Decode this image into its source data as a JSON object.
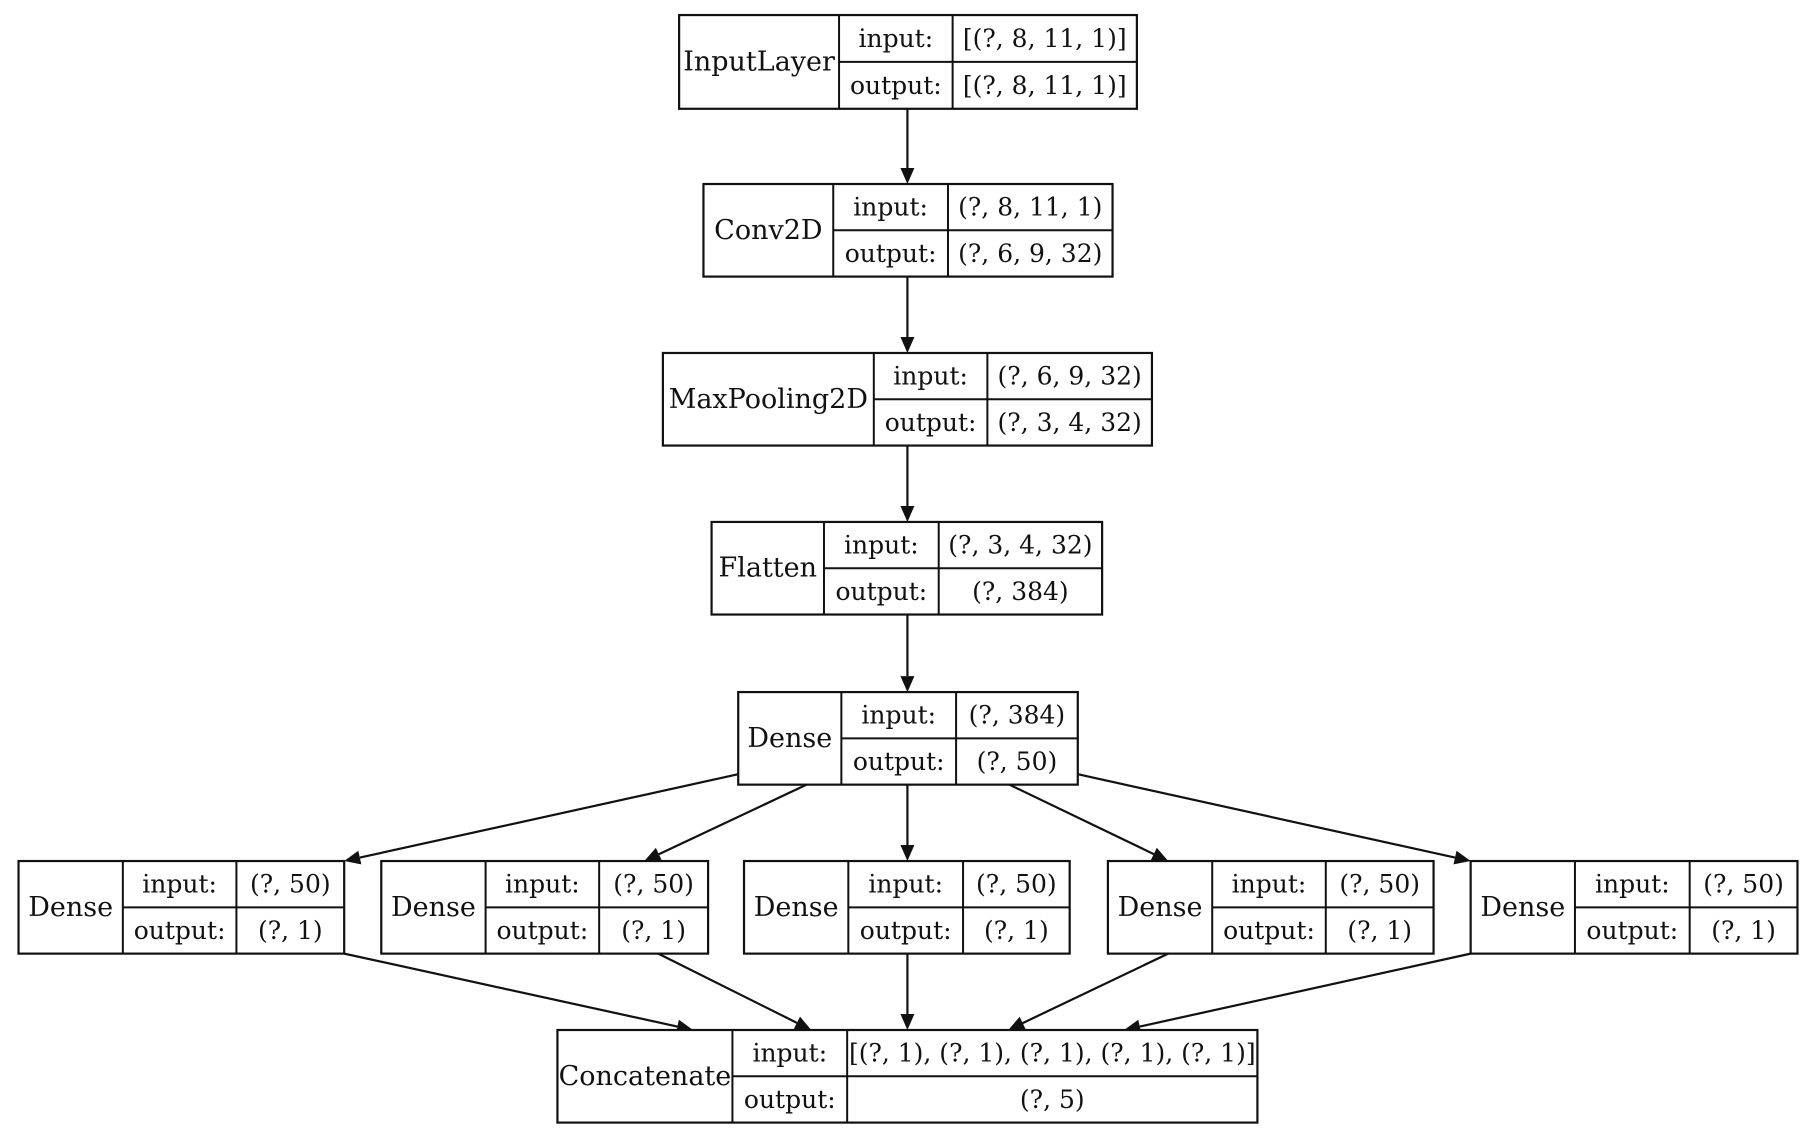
{
  "port_labels": {
    "input": "input:",
    "output": "output:"
  },
  "layers": [
    {
      "name": "InputLayer",
      "input": "[(?, 8, 11, 1)]",
      "output": "[(?, 8, 11, 1)]"
    },
    {
      "name": "Conv2D",
      "input": "(?, 8, 11, 1)",
      "output": "(?, 6, 9, 32)"
    },
    {
      "name": "MaxPooling2D",
      "input": "(?, 6, 9, 32)",
      "output": "(?, 3, 4, 32)"
    },
    {
      "name": "Flatten",
      "input": "(?, 3, 4, 32)",
      "output": "(?, 384)"
    },
    {
      "name": "Dense",
      "input": "(?, 384)",
      "output": "(?, 50)"
    },
    {
      "name": "Dense",
      "input": "(?, 50)",
      "output": "(?, 1)"
    },
    {
      "name": "Dense",
      "input": "(?, 50)",
      "output": "(?, 1)"
    },
    {
      "name": "Dense",
      "input": "(?, 50)",
      "output": "(?, 1)"
    },
    {
      "name": "Dense",
      "input": "(?, 50)",
      "output": "(?, 1)"
    },
    {
      "name": "Dense",
      "input": "(?, 50)",
      "output": "(?, 1)"
    },
    {
      "name": "Concatenate",
      "input": "[(?, 1), (?, 1), (?, 1), (?, 1), (?, 1)]",
      "output": "(?, 5)"
    }
  ],
  "edges": [
    {
      "from": 0,
      "to": 1
    },
    {
      "from": 1,
      "to": 2
    },
    {
      "from": 2,
      "to": 3
    },
    {
      "from": 3,
      "to": 4
    },
    {
      "from": 4,
      "to": 5
    },
    {
      "from": 4,
      "to": 6
    },
    {
      "from": 4,
      "to": 7
    },
    {
      "from": 4,
      "to": 8
    },
    {
      "from": 4,
      "to": 9
    },
    {
      "from": 5,
      "to": 10
    },
    {
      "from": 6,
      "to": 10
    },
    {
      "from": 7,
      "to": 10
    },
    {
      "from": 8,
      "to": 10
    },
    {
      "from": 9,
      "to": 10
    }
  ]
}
